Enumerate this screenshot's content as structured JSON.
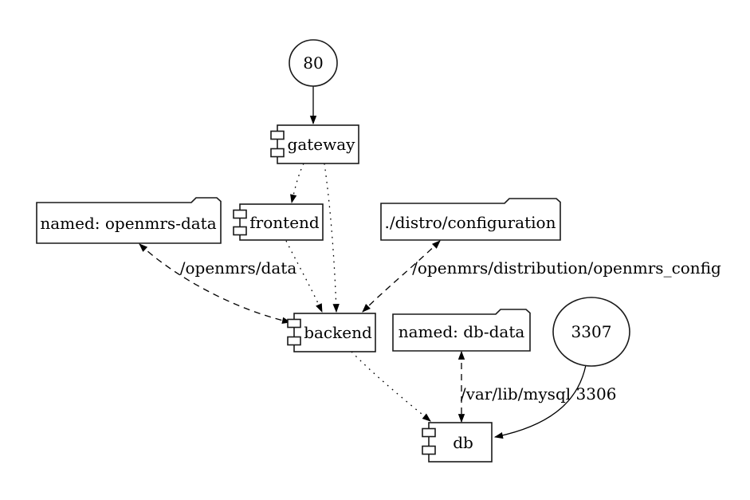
{
  "diagram": {
    "background": "#ffffff",
    "stroke_color": "#000000",
    "nodes": {
      "port_80": {
        "label": "80",
        "shape": "circle"
      },
      "gateway": {
        "label": "gateway",
        "shape": "component"
      },
      "frontend": {
        "label": "frontend",
        "shape": "component"
      },
      "backend": {
        "label": "backend",
        "shape": "component"
      },
      "db": {
        "label": "db",
        "shape": "component"
      },
      "volume_openmrs_data": {
        "label": "named: openmrs-data",
        "shape": "folder"
      },
      "config_dir": {
        "label": "./distro/configuration",
        "shape": "folder"
      },
      "volume_db_data": {
        "label": "named: db-data",
        "shape": "folder"
      },
      "port_3307": {
        "label": "3307",
        "shape": "circle"
      }
    },
    "edges": [
      {
        "from": "port_80",
        "to": "gateway",
        "style": "solid",
        "bidirectional": false,
        "label": ""
      },
      {
        "from": "gateway",
        "to": "frontend",
        "style": "dotted",
        "bidirectional": false,
        "label": ""
      },
      {
        "from": "gateway",
        "to": "backend",
        "style": "dotted",
        "bidirectional": false,
        "label": ""
      },
      {
        "from": "frontend",
        "to": "backend",
        "style": "dotted",
        "bidirectional": false,
        "label": ""
      },
      {
        "from": "volume_openmrs_data",
        "to": "backend",
        "style": "dashed",
        "bidirectional": true,
        "label": "/openmrs/data"
      },
      {
        "from": "config_dir",
        "to": "backend",
        "style": "dashed",
        "bidirectional": true,
        "label": "/openmrs/distribution/openmrs_config"
      },
      {
        "from": "backend",
        "to": "db",
        "style": "dotted",
        "bidirectional": false,
        "label": ""
      },
      {
        "from": "volume_db_data",
        "to": "db",
        "style": "dashed",
        "bidirectional": true,
        "label": "/var/lib/mysql"
      },
      {
        "from": "port_3307",
        "to": "db",
        "style": "solid",
        "bidirectional": false,
        "label": "3306"
      }
    ]
  }
}
